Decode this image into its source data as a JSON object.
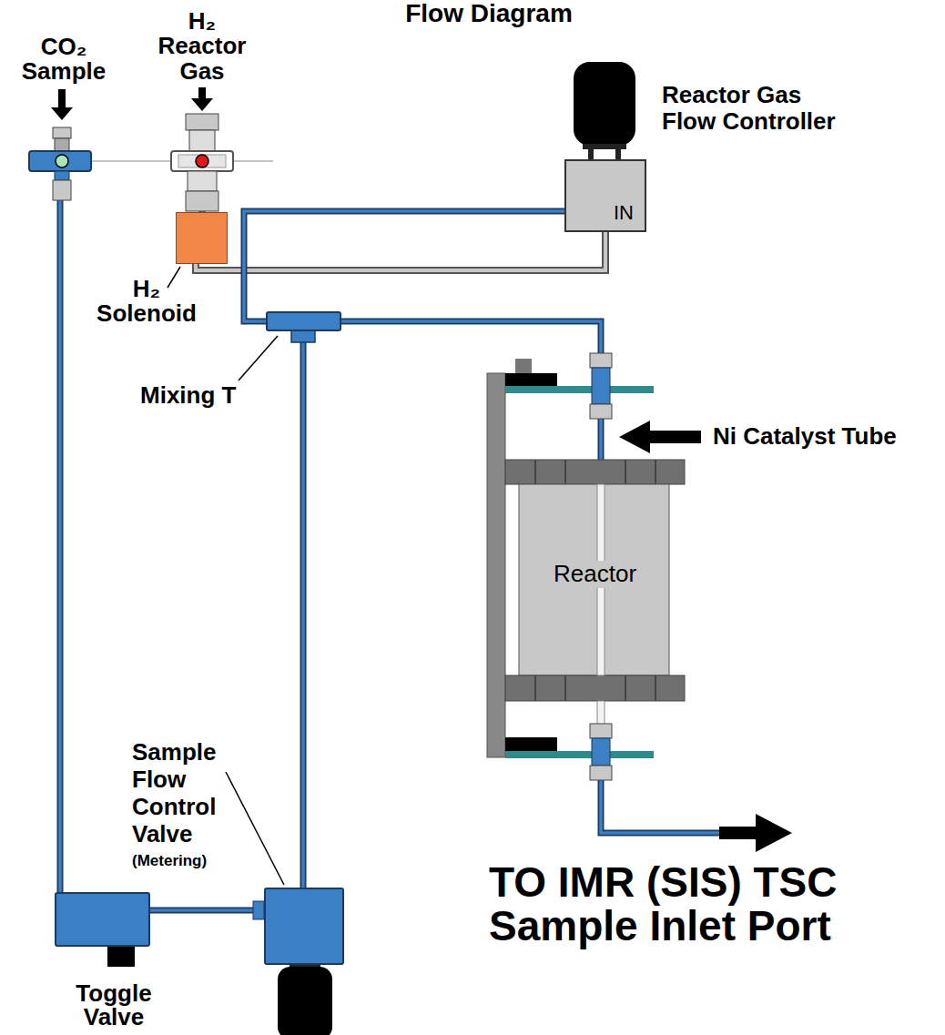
{
  "diagram": {
    "title": "Flow Diagram",
    "nodes": [
      {
        "text": [
          "CO₂ Sample"
        ]
      },
      {
        "text": [
          "H₂ Reactor Gas"
        ]
      },
      {
        "text": [
          "H₂ Solenoid"
        ]
      },
      {
        "text": [
          "Reactor Gas Flow Controller",
          "IN"
        ]
      },
      {
        "text": [
          "Mixing T"
        ]
      },
      {
        "text": [
          "Reactor"
        ]
      },
      {
        "text": [
          "Toggle Valve"
        ]
      },
      {
        "text": [
          "Sample Flow Control Valve",
          "(Metering)"
        ]
      }
    ],
    "edges": [
      {
        "from": 0,
        "to": 6,
        "arrow": "none"
      },
      {
        "from": 6,
        "to": 7,
        "arrow": "none"
      },
      {
        "from": 7,
        "to": 4,
        "arrow": "none"
      },
      {
        "from": 1,
        "to": 2,
        "arrow": "none"
      },
      {
        "from": 2,
        "to": 3,
        "arrow": "none"
      },
      {
        "from": 3,
        "to": 4,
        "arrow": "none"
      },
      {
        "from": 4,
        "to": 5,
        "arrow": "none"
      }
    ],
    "labels": [
      "Ni Catalyst Tube",
      "TO IMR (SIS) TSC Sample Inlet Port"
    ]
  }
}
